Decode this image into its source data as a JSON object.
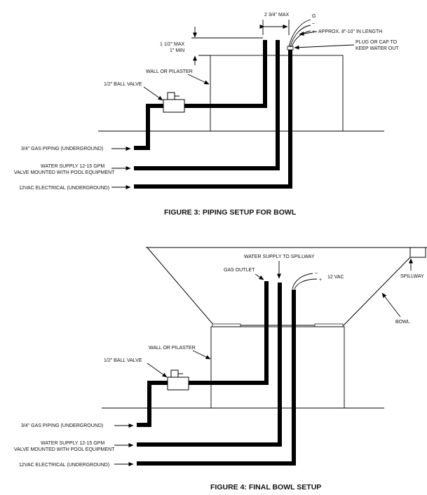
{
  "figure3": {
    "caption": "FIGURE 3: PIPING SETUP FOR BOWL",
    "labels": {
      "max_234": "2 3/4\" MAX",
      "max_112": "1 1/2\" MAX",
      "min_1": "1\" MIN",
      "wire_g": "G",
      "wire_minus": "–",
      "wire_plus": "+",
      "approx_length": "APPROX. 8\"-10\" IN LENGTH",
      "plug_cap_1": "PLUG OR CAP TO",
      "plug_cap_2": "KEEP WATER OUT",
      "wall": "WALL OR PILASTER",
      "ball_valve": "1/2\" BALL VALVE",
      "gas_piping": "3/4\" GAS PIPING (UNDERGROUND)",
      "water_supply_1": "WATER SUPPLY 12-15 GPM",
      "water_supply_2": "VALVE MOUNTED WITH POOL EQUIPMENT",
      "electrical": "12VAC ELECTRICAL (UNDERGROUND)"
    }
  },
  "figure4": {
    "caption": "FIGURE 4: FINAL BOWL SETUP",
    "labels": {
      "water_spillway": "WATER SUPPLY TO SPILLWAY",
      "gas_outlet": "GAS OUTLET",
      "wire_minus": "–",
      "wire_plus": "+",
      "vac12": "12 VAC",
      "spillway": "SPILLWAY",
      "bowl": "BOWL",
      "wall": "WALL OR PILASTER",
      "ball_valve": "1/2\" BALL VALVE",
      "gas_piping": "3/4\" GAS PIPING (UNDERGROUND)",
      "water_supply_1": "WATER SUPPLY 12-15 GPM",
      "water_supply_2": "VALVE MOUNTED WITH POOL EQUIPMENT",
      "electrical": "12VAC ELECTRICAL (UNDERGROUND)"
    }
  }
}
